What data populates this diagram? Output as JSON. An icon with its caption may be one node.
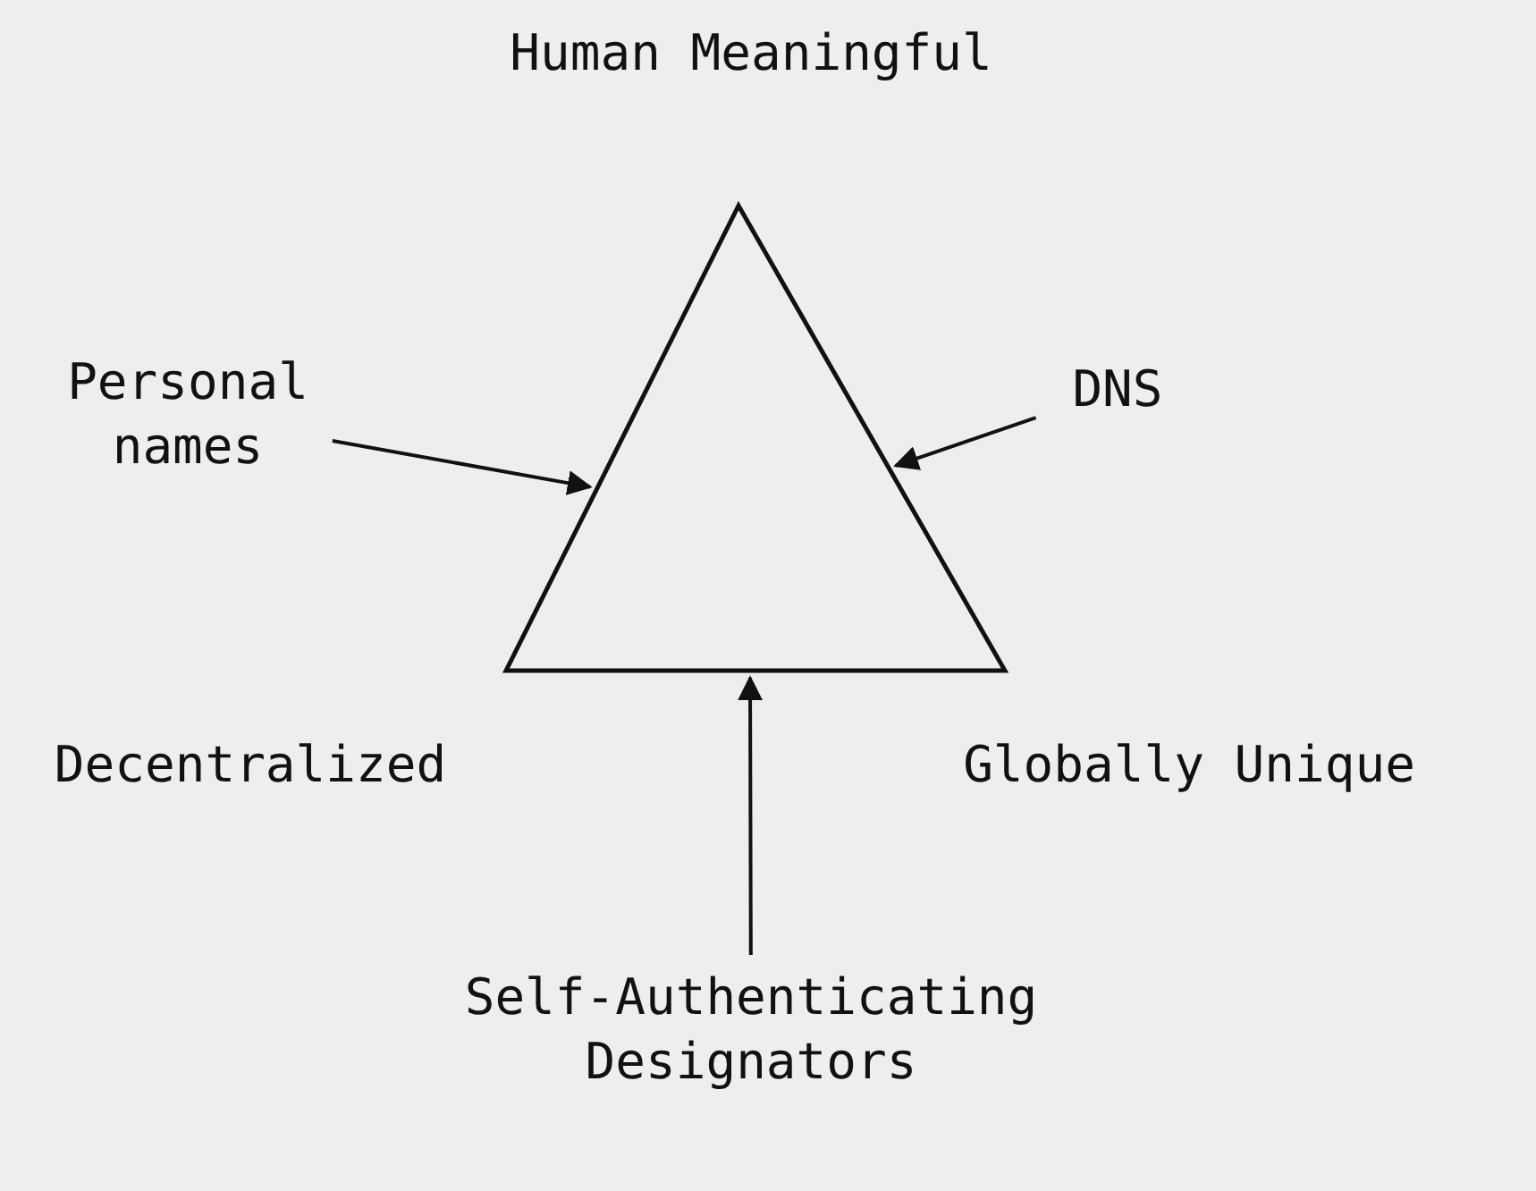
{
  "diagram": {
    "nodes": [
      {
        "text": [
          "Personal names"
        ]
      },
      {
        "text": [],
        "shape": "triangle"
      },
      {
        "text": [
          "DNS"
        ]
      },
      {
        "text": [
          "Self-Authenticating Designators"
        ]
      }
    ],
    "edges": [
      {
        "from": 0,
        "to": 1,
        "arrow": "to"
      },
      {
        "from": 2,
        "to": 1,
        "arrow": "to"
      },
      {
        "from": 3,
        "to": 1,
        "arrow": "to"
      }
    ],
    "labels": [
      "Human Meaningful",
      "Decentralized",
      "Globally Unique"
    ]
  }
}
